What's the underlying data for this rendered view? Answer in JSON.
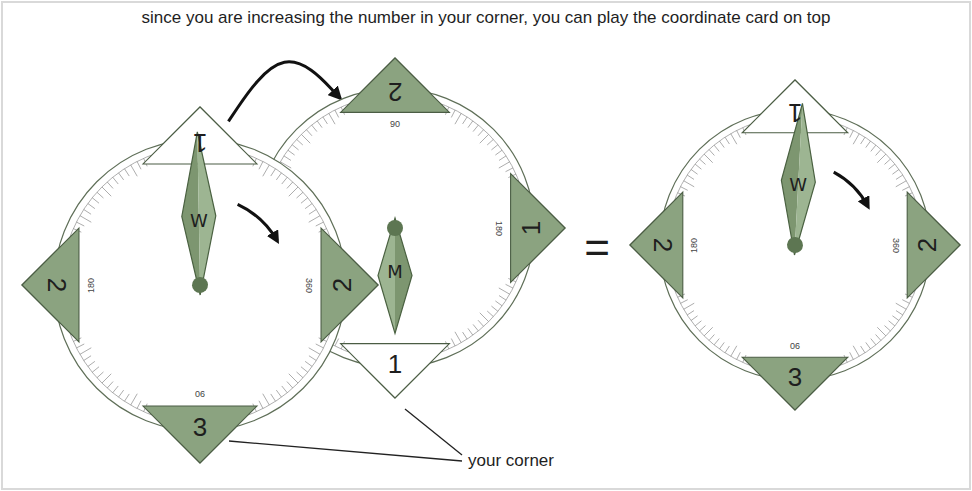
{
  "diagram": {
    "title": "since you are increasing the number in your corner, you can play the coordinate card on top",
    "nodes": [
      {
        "text": [
          "1",
          "2",
          "2",
          "3",
          "W",
          "180",
          "360",
          "90"
        ]
      },
      {
        "text": [
          "2",
          "1",
          "1",
          "M",
          "90",
          "180"
        ]
      },
      {
        "text": [
          "1",
          "2",
          "2",
          "3",
          "W",
          "180",
          "360",
          "90"
        ]
      }
    ],
    "edges": [
      {
        "from": 0,
        "to": 1,
        "arrow": "to"
      }
    ],
    "labels": [
      "=",
      "your corner"
    ]
  }
}
